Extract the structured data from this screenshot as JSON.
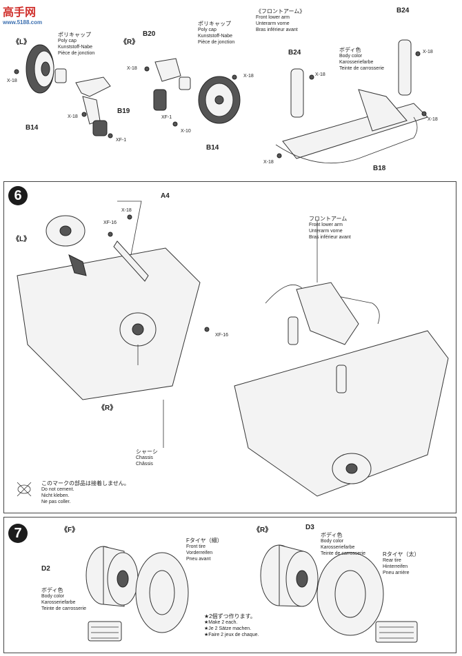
{
  "watermark": {
    "brand": "高手网",
    "url": "www.5188.com"
  },
  "step5": {
    "L": "《L》",
    "R": "《R》",
    "polycap_L": {
      "jp": "ポリキャップ",
      "lines": [
        "Poly cap",
        "Kunststoff-Nabe",
        "Pièce de jonction"
      ]
    },
    "polycap_R": {
      "jp": "ポリキャップ",
      "lines": [
        "Poly cap",
        "Kunststoff-Nabe",
        "Pièce de jonction"
      ]
    },
    "front_arm": {
      "jp": "《フロントアーム》",
      "lines": [
        "Front lower arm",
        "Unterarm vorne",
        "Bras inférieur avant"
      ]
    },
    "body_color": {
      "jp": "ボディ色",
      "lines": [
        "Body color",
        "Karosseriefarbe",
        "Teinte de carrosserie"
      ]
    },
    "parts": {
      "B14a": "B14",
      "B19": "B19",
      "X18a": "X-18",
      "X18b": "X-18",
      "XF1a": "XF-1",
      "B20": "B20",
      "X18c": "X-18",
      "XF1b": "XF-1",
      "X10": "X-10",
      "X18d": "X-18",
      "B14b": "B14",
      "B24a": "B24",
      "B24b": "B24",
      "X18e": "X-18",
      "X18f": "X-18",
      "X18g": "X-18",
      "X18h": "X-18",
      "B18": "B18"
    }
  },
  "step6": {
    "number": "6",
    "A4": "A4",
    "X18": "X-18",
    "XF16a": "XF-16",
    "XF16b": "XF-16",
    "L": "《L》",
    "R": "《R》",
    "front_arm": {
      "jp": "フロントアーム",
      "lines": [
        "Front lower arm",
        "Unterarm vorne",
        "Bras inférieur avant"
      ]
    },
    "chassis": {
      "jp": "シャーシ",
      "lines": [
        "Chassis",
        "Châssis"
      ]
    },
    "no_cement": {
      "jp": "このマークの部品は接着しません。",
      "lines": [
        "Do not cement.",
        "Nicht kleben.",
        "Ne pas coller."
      ]
    }
  },
  "step7": {
    "number": "7",
    "F": "《F》",
    "R": "《R》",
    "D2": "D2",
    "D3": "D3",
    "body_color_F": {
      "jp": "ボディ色",
      "lines": [
        "Body color",
        "Karosseriefarbe",
        "Teinte de carrosserie"
      ]
    },
    "body_color_R": {
      "jp": "ボディ色",
      "lines": [
        "Body color",
        "Karosseriefarbe",
        "Teinte de carrosserie"
      ]
    },
    "front_tire": {
      "jp": "Fタイヤ（細）",
      "lines": [
        "Front tire",
        "Vorderreifen",
        "Pneu avant"
      ]
    },
    "rear_tire": {
      "jp": "Rタイヤ（太）",
      "lines": [
        "Rear tire",
        "Hinterreifen",
        "Pneu arrière"
      ]
    },
    "make2": {
      "jp": "★2個ずつ作ります。",
      "lines": [
        "★Make 2 each.",
        "★Je 2 Sätze machen.",
        "★Faire 2 jeux de chaque."
      ]
    }
  }
}
